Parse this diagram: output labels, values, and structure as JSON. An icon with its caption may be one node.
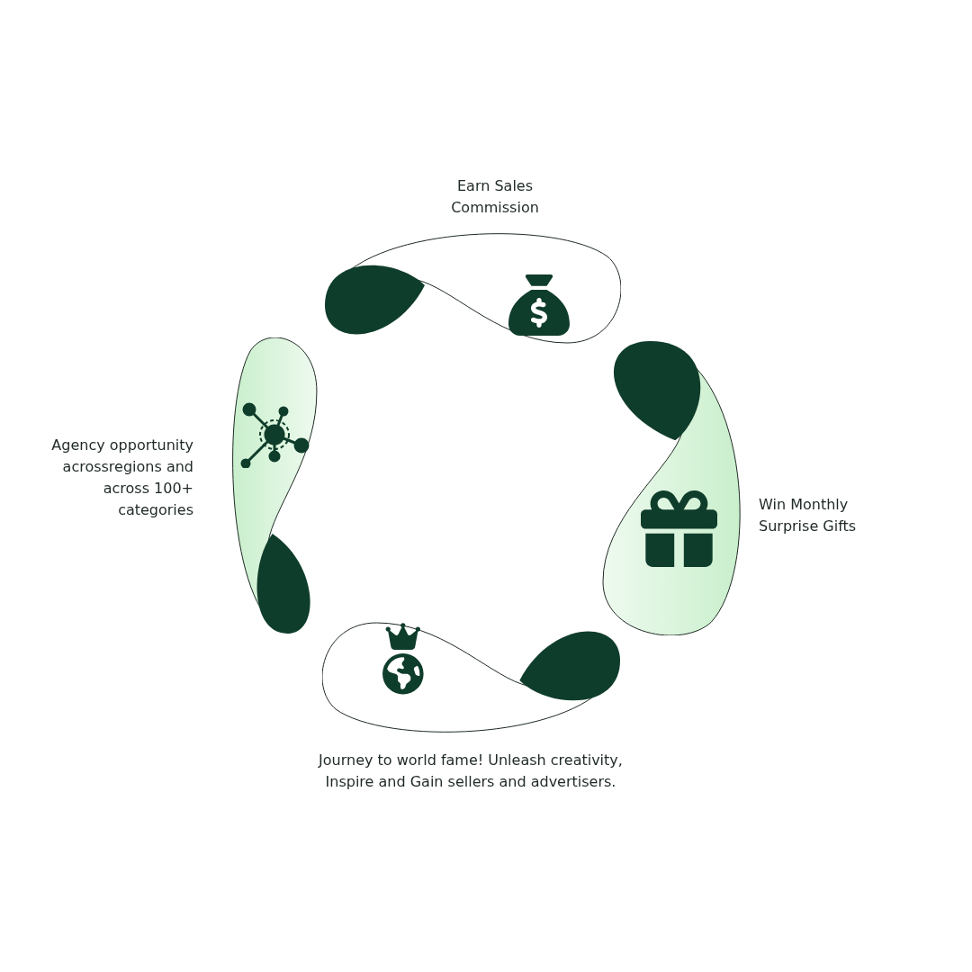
{
  "diagram": {
    "nodes": [
      {
        "text": [
          "Earn Sales Commission"
        ]
      },
      {
        "text": [
          "Win Monthly Surprise Gifts"
        ]
      },
      {
        "text": [
          "Journey to world fame! Unleash creativity, Inspire and Gain sellers and advertisers."
        ]
      },
      {
        "text": [
          "Agency opportunity acrossregions and across 100+ categories"
        ]
      }
    ]
  }
}
